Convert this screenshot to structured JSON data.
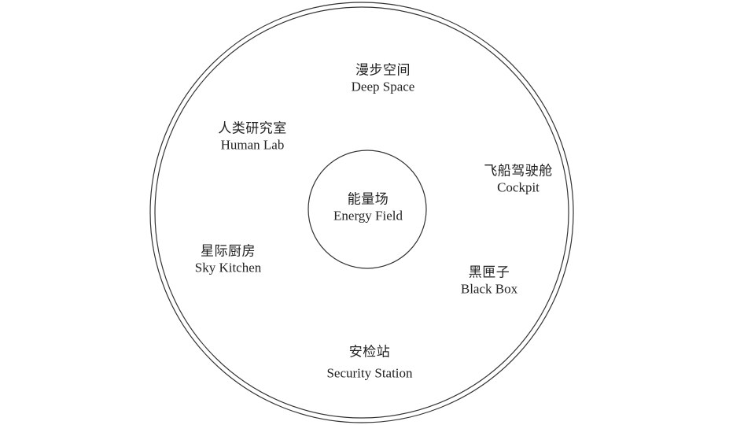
{
  "diagram": {
    "colors": {
      "stroke": "#333333",
      "text": "#222222",
      "background": "#ffffff"
    },
    "zones": {
      "deep_space": {
        "cn": "漫步空间",
        "en": "Deep Space"
      },
      "human_lab": {
        "cn": "人类研究室",
        "en": "Human Lab"
      },
      "cockpit": {
        "cn": "飞船驾驶舱",
        "en": "Cockpit"
      },
      "energy_field": {
        "cn": "能量场",
        "en": "Energy Field"
      },
      "sky_kitchen": {
        "cn": "星际厨房",
        "en": "Sky Kitchen"
      },
      "black_box": {
        "cn": "黑匣子",
        "en": "Black Box"
      },
      "security_station": {
        "cn": "安检站",
        "en": "Security Station"
      }
    }
  }
}
